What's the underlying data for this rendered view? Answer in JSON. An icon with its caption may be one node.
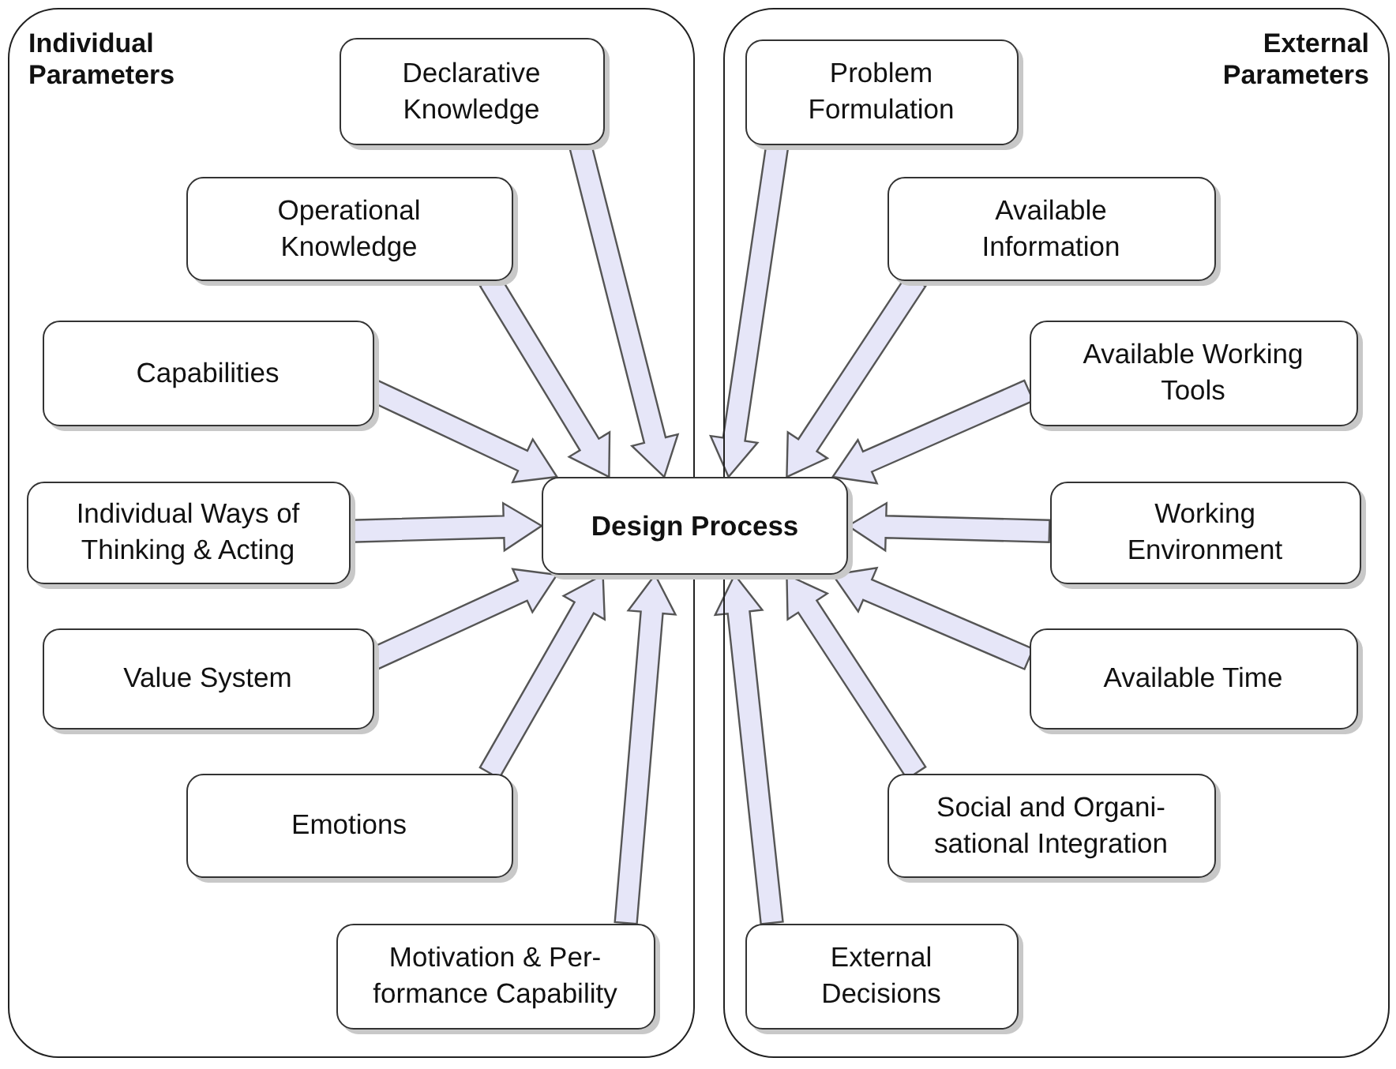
{
  "diagram": {
    "nodes": [
      {
        "text": [
          "Individual Parameters"
        ]
      },
      {
        "text": [
          "Declarative Knowledge"
        ],
        "in": 0
      },
      {
        "text": [
          "Operational Knowledge"
        ],
        "in": 0
      },
      {
        "text": [
          "Capabilities"
        ],
        "in": 0
      },
      {
        "text": [
          "Individual Ways of Thinking & Acting"
        ],
        "in": 0
      },
      {
        "text": [
          "Value System"
        ],
        "in": 0
      },
      {
        "text": [
          "Emotions"
        ],
        "in": 0
      },
      {
        "text": [
          "Motivation & Per- formance Capability"
        ],
        "in": 0
      },
      {
        "text": [
          "Design Process"
        ]
      },
      {
        "text": [
          "External Parameters"
        ]
      },
      {
        "text": [
          "Problem Formulation"
        ],
        "in": 9
      },
      {
        "text": [
          "Available Information"
        ],
        "in": 9
      },
      {
        "text": [
          "Available Working Tools"
        ],
        "in": 9
      },
      {
        "text": [
          "Working Environment"
        ],
        "in": 9
      },
      {
        "text": [
          "Available Time"
        ],
        "in": 9
      },
      {
        "text": [
          "Social and Organi- sational Integration"
        ],
        "in": 9
      },
      {
        "text": [
          "External Decisions"
        ],
        "in": 9
      }
    ],
    "edges": [
      {
        "from": 1,
        "to": 8,
        "arrow": "to"
      },
      {
        "from": 2,
        "to": 8,
        "arrow": "to"
      },
      {
        "from": 3,
        "to": 8,
        "arrow": "to"
      },
      {
        "from": 4,
        "to": 8,
        "arrow": "to"
      },
      {
        "from": 5,
        "to": 8,
        "arrow": "to"
      },
      {
        "from": 6,
        "to": 8,
        "arrow": "to"
      },
      {
        "from": 7,
        "to": 8,
        "arrow": "to"
      },
      {
        "from": 10,
        "to": 8,
        "arrow": "to"
      },
      {
        "from": 11,
        "to": 8,
        "arrow": "to"
      },
      {
        "from": 12,
        "to": 8,
        "arrow": "to"
      },
      {
        "from": 13,
        "to": 8,
        "arrow": "to"
      },
      {
        "from": 14,
        "to": 8,
        "arrow": "to"
      },
      {
        "from": 15,
        "to": 8,
        "arrow": "to"
      },
      {
        "from": 16,
        "to": 8,
        "arrow": "to"
      }
    ]
  }
}
